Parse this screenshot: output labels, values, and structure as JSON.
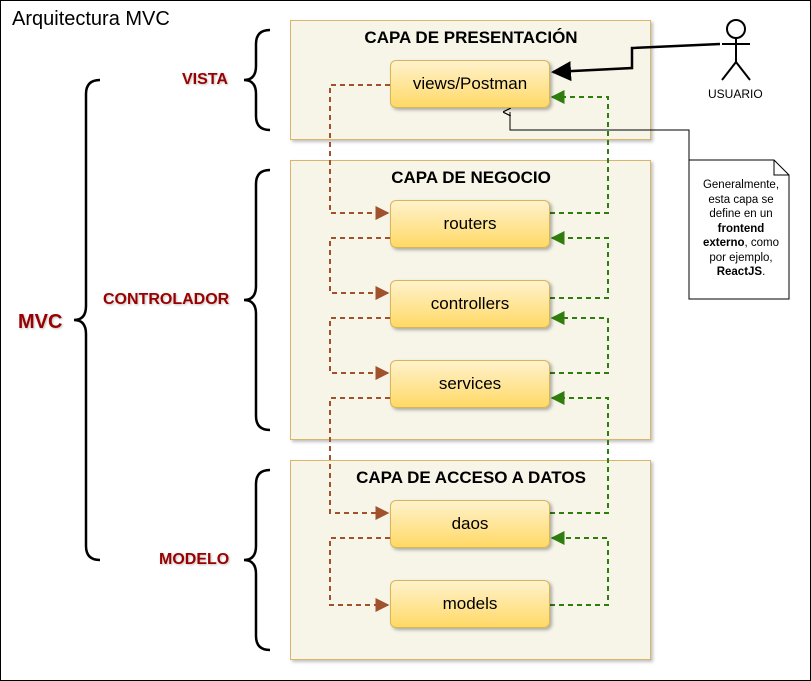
{
  "diagram_title": "Arquitectura MVC",
  "layers": {
    "presentacion": "CAPA DE PRESENTACIÓN",
    "negocio": "CAPA DE NEGOCIO",
    "datos": "CAPA DE ACCESO A DATOS"
  },
  "nodes": {
    "views": "views/Postman",
    "routers": "routers",
    "controllers": "controllers",
    "services": "services",
    "daos": "daos",
    "models": "models"
  },
  "side_labels": {
    "vista": "VISTA",
    "controlador": "CONTROLADOR",
    "modelo": "MODELO",
    "mvc": "MVC"
  },
  "actor": {
    "label": "USUARIO"
  },
  "note": {
    "part1": "Generalmente, esta capa se define en un ",
    "bold1": "frontend externo",
    "part2": ", como por ejemplo, ",
    "bold2": "ReactJS",
    "part3": "."
  },
  "colors": {
    "request_arrow": "#a0522d",
    "response_arrow": "#2e7d0e",
    "label_red": "#990000",
    "node_fill_top": "#fff2cc",
    "node_fill_bottom": "#ffd966",
    "layer_border": "#d9b66a"
  }
}
